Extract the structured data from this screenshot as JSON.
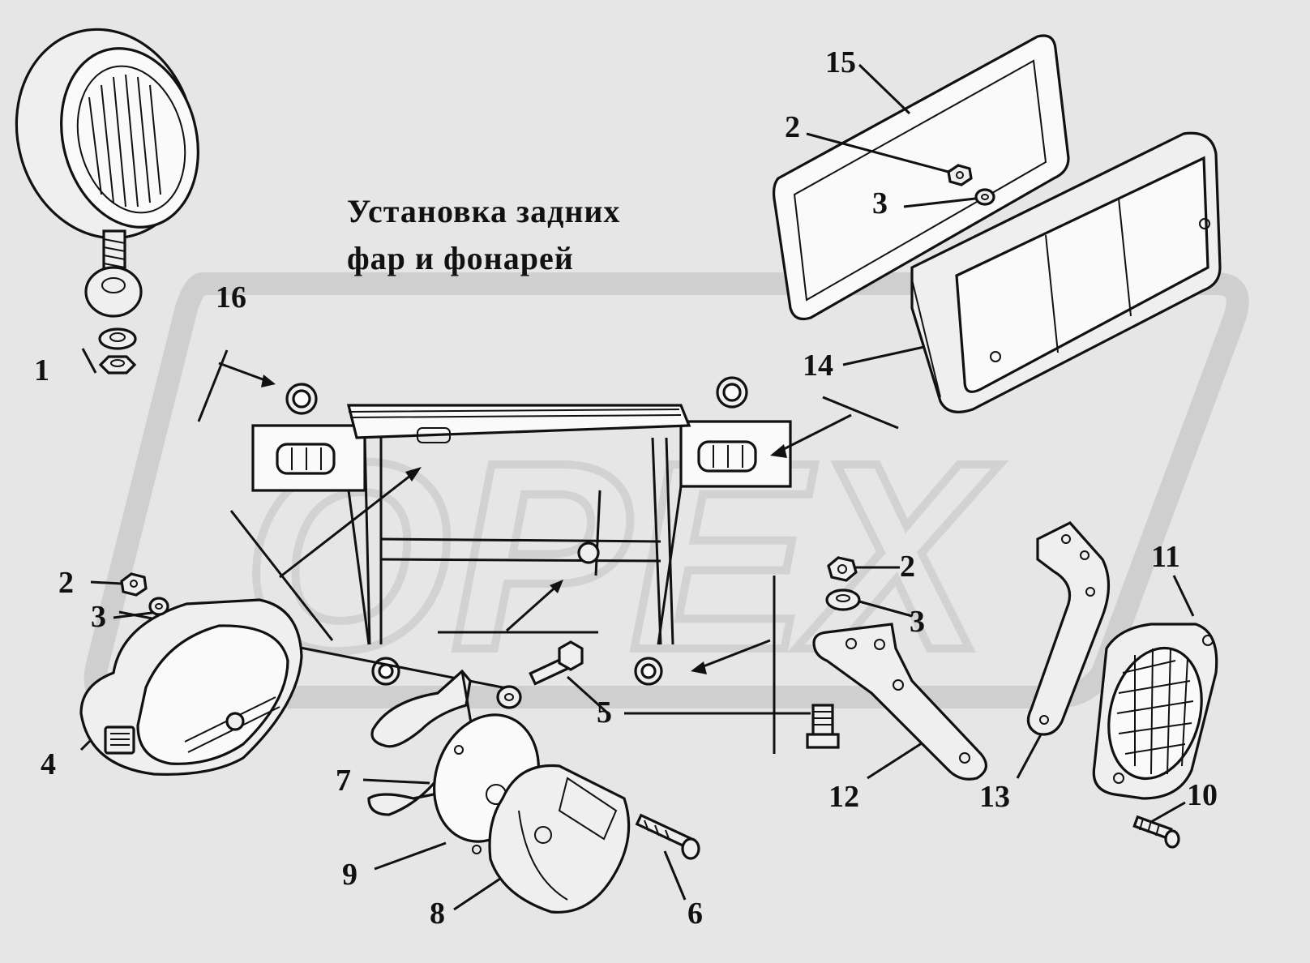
{
  "diagram": {
    "title_line1": "Установка задних",
    "title_line2": "фар и фонарей",
    "watermark_text": "OPEX"
  },
  "callouts": [
    {
      "id": "c1",
      "label": "1"
    },
    {
      "id": "c2a",
      "label": "2"
    },
    {
      "id": "c3a",
      "label": "3"
    },
    {
      "id": "c2b",
      "label": "2"
    },
    {
      "id": "c3b",
      "label": "3"
    },
    {
      "id": "c2c",
      "label": "2"
    },
    {
      "id": "c3c",
      "label": "3"
    },
    {
      "id": "c4",
      "label": "4"
    },
    {
      "id": "c5",
      "label": "5"
    },
    {
      "id": "c6",
      "label": "6"
    },
    {
      "id": "c7",
      "label": "7"
    },
    {
      "id": "c8",
      "label": "8"
    },
    {
      "id": "c9",
      "label": "9"
    },
    {
      "id": "c10",
      "label": "10"
    },
    {
      "id": "c11",
      "label": "11"
    },
    {
      "id": "c12",
      "label": "12"
    },
    {
      "id": "c13",
      "label": "13"
    },
    {
      "id": "c14",
      "label": "14"
    },
    {
      "id": "c15",
      "label": "15"
    },
    {
      "id": "c16",
      "label": "16"
    }
  ],
  "colors": {
    "background": "#e6e6e6",
    "ink": "#111111",
    "watermark": "#cfcfcf"
  }
}
